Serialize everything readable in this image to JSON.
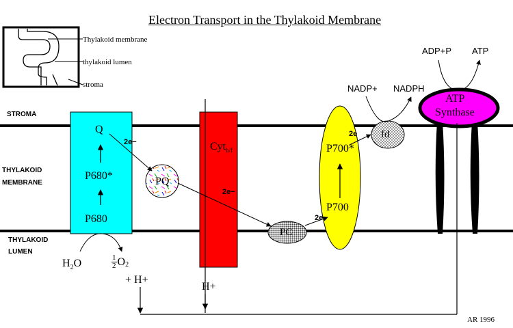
{
  "title": "Electron Transport in the Thylakoid Membrane",
  "legend": {
    "membrane": "Thylakoid membrane",
    "lumen": "thylakoid lumen",
    "stroma": "stroma"
  },
  "regions": {
    "stroma": "STROMA",
    "membrane_line1": "THYLAKOID",
    "membrane_line2": "MEMBRANE",
    "lumen_line1": "THYLAKOID",
    "lumen_line2": "LUMEN"
  },
  "photosystem2": {
    "q": "Q",
    "p680_star": "P680*",
    "p680": "P680"
  },
  "pq": "PQ",
  "cyt": {
    "main": "Cyt",
    "sub": "b/f"
  },
  "pc": "PC",
  "photosystem1": {
    "p700_star": "P700*",
    "p700": "P700"
  },
  "fd": "fd",
  "electrons": {
    "q_to_pq": "2e−",
    "pq_to_pc": "2e−",
    "pc_to_p700": "2e",
    "p700_to_fd": "2e"
  },
  "water": {
    "h2o_h": "H",
    "h2o_sub": "2",
    "h2o_o": "O",
    "half_num": "1",
    "half_den": "2",
    "o2_o": "O",
    "o2_sub": "2"
  },
  "protons": {
    "psii": "+ H+",
    "cyt": "H+"
  },
  "nadp": {
    "reactant": "NADP+",
    "product": "NADPH"
  },
  "atp_synthase": {
    "line1": "ATP",
    "line2": "Synthase",
    "reactant": "ADP+P",
    "product": "ATP"
  },
  "credit": "AR 1996",
  "colors": {
    "psii": "#00ffff",
    "cyt": "#ff0000",
    "psi": "#ffff00",
    "atp_synthase": "#ff00ff",
    "membrane_line": "#000000"
  }
}
